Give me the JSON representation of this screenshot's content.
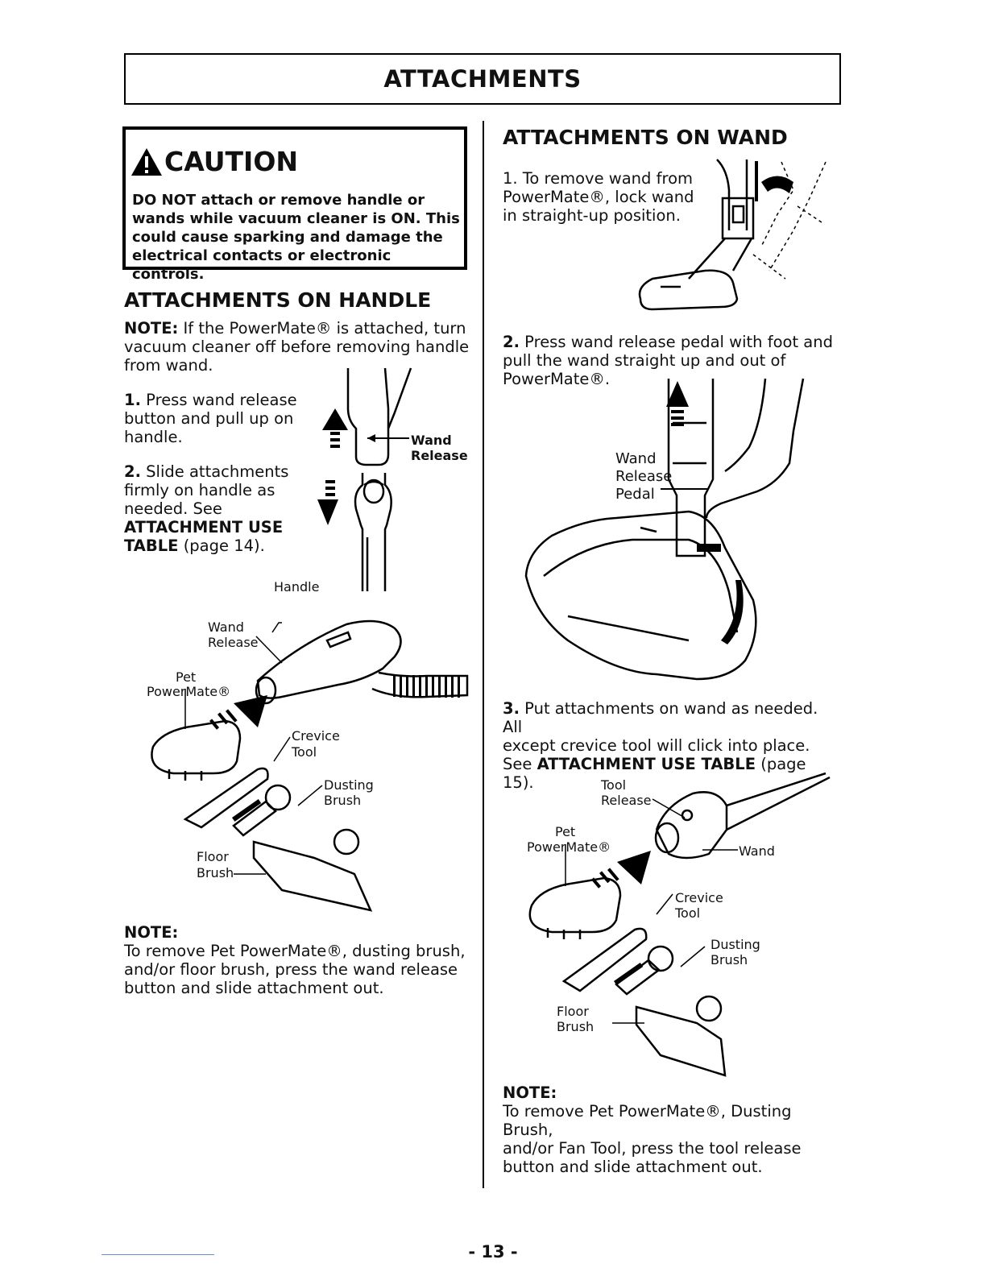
{
  "header": {
    "title": "ATTACHMENTS"
  },
  "caution": {
    "heading": "CAUTION",
    "lines": [
      "DO NOT attach or remove handle or",
      "wands while vacuum cleaner is ON.  This",
      "could cause sparking and damage the",
      "electrical contacts or electronic controls."
    ]
  },
  "handle": {
    "heading": "ATTACHMENTS ON HANDLE",
    "note_label": "NOTE:",
    "note_lines": [
      " If the PowerMate® is attached, turn",
      "vacuum cleaner off before removing handle",
      "from wand."
    ],
    "step1_num": "1.",
    "step1_lines": [
      " Press wand release",
      "button and pull up on",
      "handle."
    ],
    "step2_num": "2.",
    "step2_lines": [
      " Slide attachments",
      "firmly on handle as",
      "needed. See"
    ],
    "step2_ref": "ATTACHMENT USE",
    "step2_ref2": "TABLE",
    "step2_page": " (page 14).",
    "label_wand": "Wand",
    "label_release": "Release",
    "fig_labels": {
      "handle": "Handle",
      "wand": "Wand",
      "release": "Release",
      "pet": "Pet",
      "powermate": "PowerMate®",
      "crevice": "Crevice",
      "tool": "Tool",
      "dusting": "Dusting",
      "brush": "Brush",
      "floor": "Floor",
      "floor_brush": "Brush"
    },
    "bottom_note_label": "NOTE:",
    "bottom_note_lines": [
      "To remove Pet PowerMate®, dusting brush,",
      "and/or floor brush, press the wand release",
      "button and slide attachment out."
    ]
  },
  "wand": {
    "heading": "ATTACHMENTS ON WAND",
    "step1_num": "1.",
    "step1_lines": [
      " To remove wand from",
      "PowerMate®, lock wand",
      "in straight-up position."
    ],
    "step2_num": "2.",
    "step2_lines": [
      " Press wand release pedal with foot and",
      "pull the wand straight up and out of",
      "PowerMate®."
    ],
    "pedal_labels": [
      "Wand",
      "Release",
      "Pedal"
    ],
    "step3_num": "3.",
    "step3_lines": [
      " Put attachments on wand as needed. All",
      "except crevice tool will click into place."
    ],
    "step3_see": "See ",
    "step3_ref": "ATTACHMENT USE TABLE",
    "step3_page": " (page 15).",
    "fig_labels": {
      "tool": "Tool",
      "release": "Release",
      "pet": "Pet",
      "powermate": "PowerMate®",
      "wand": "Wand",
      "crevice": "Crevice",
      "crevice_tool": "Tool",
      "dusting": "Dusting",
      "brush": "Brush",
      "floor": "Floor",
      "floor_brush": "Brush"
    },
    "bottom_note_label": "NOTE:",
    "bottom_note_lines": [
      "To remove Pet PowerMate®, Dusting Brush,",
      "and/or Fan Tool, press the tool release",
      "button and slide attachment out."
    ]
  },
  "footer": {
    "page": "- 13 -"
  }
}
